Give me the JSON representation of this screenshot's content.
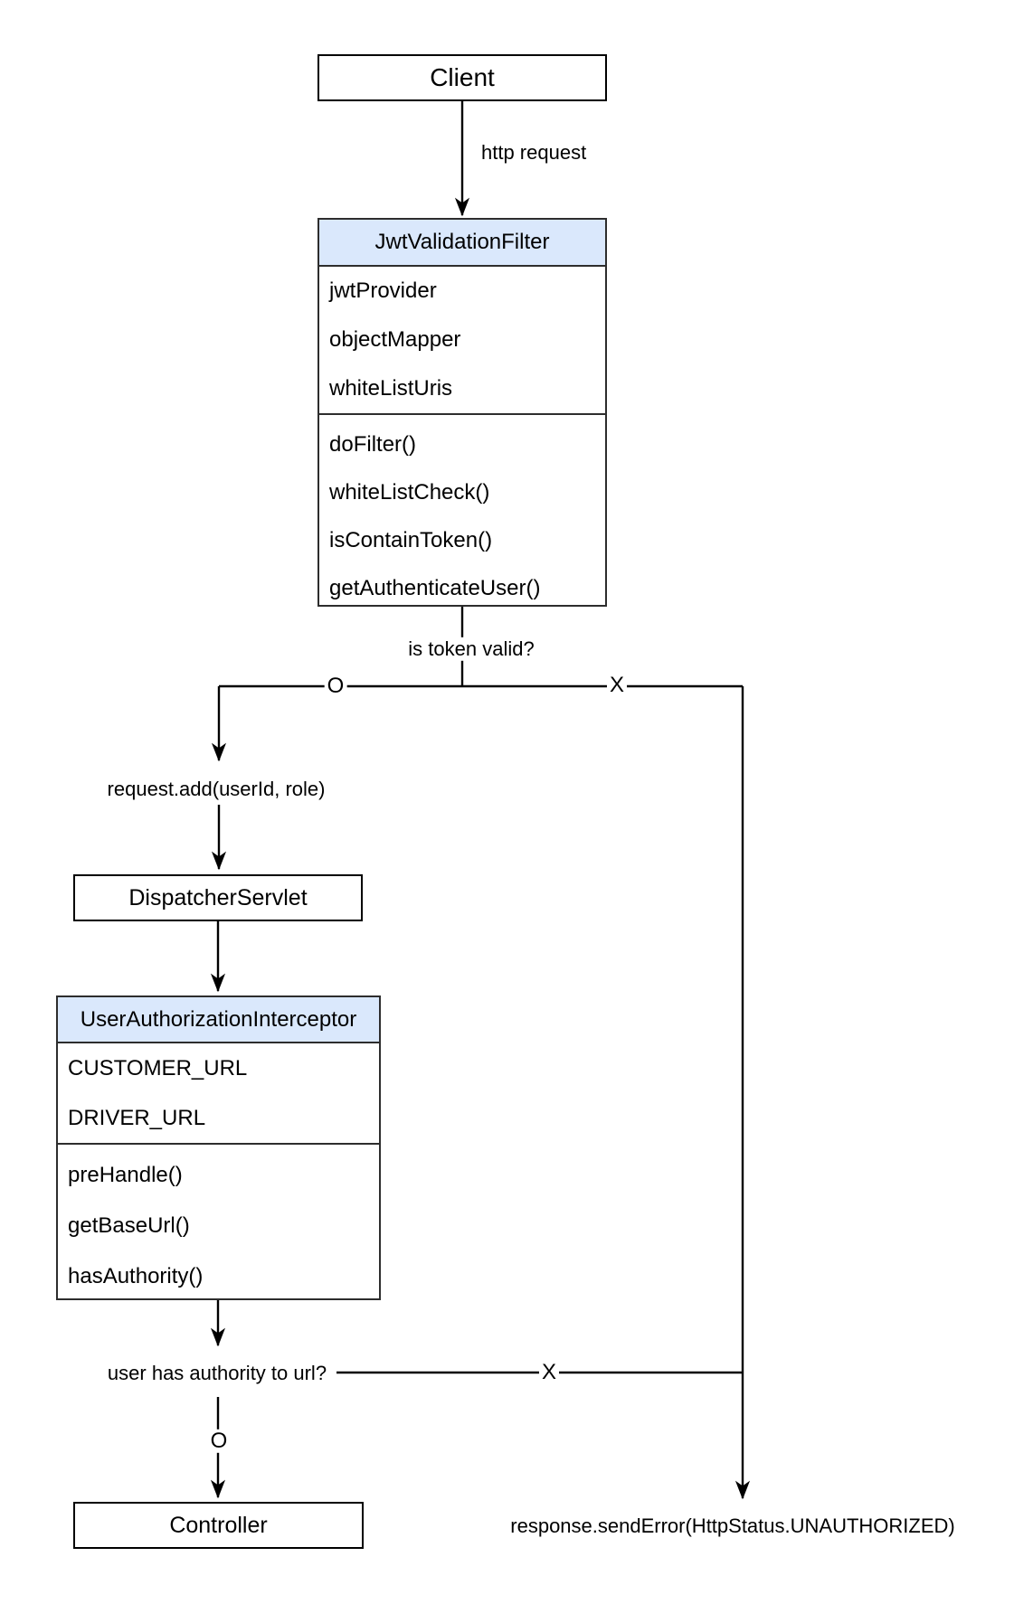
{
  "colors": {
    "class_header_fill": "#dae8fc",
    "class_border": "#2d2d2d",
    "box_border": "#000000",
    "line": "#000000",
    "background": "#ffffff"
  },
  "nodes": {
    "client": {
      "label": "Client"
    },
    "jwt_validation_filter": {
      "title": "JwtValidationFilter",
      "attributes": [
        "jwtProvider",
        "objectMapper",
        "whiteListUris"
      ],
      "methods": [
        "doFilter()",
        "whiteListCheck()",
        "isContainToken()",
        "getAuthenticateUser()"
      ]
    },
    "dispatcher_servlet": {
      "label": "DispatcherServlet"
    },
    "user_authorization_interceptor": {
      "title": "UserAuthorizationInterceptor",
      "attributes": [
        "CUSTOMER_URL",
        "DRIVER_URL"
      ],
      "methods": [
        "preHandle()",
        "getBaseUrl()",
        "hasAuthority()"
      ]
    },
    "controller": {
      "label": "Controller"
    }
  },
  "labels": {
    "http_request": "http request",
    "is_token_valid": "is token valid?",
    "token_valid_yes": "O",
    "token_valid_no": "X",
    "request_add": "request.add(userId, role)",
    "user_has_authority": "user has authority to url?",
    "authority_yes": "O",
    "authority_no": "X",
    "send_error": "response.sendError(HttpStatus.UNAUTHORIZED)"
  }
}
